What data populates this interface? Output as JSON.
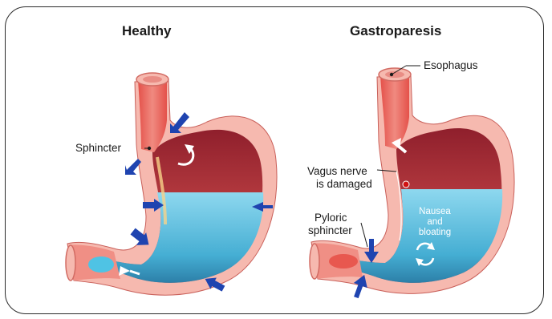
{
  "titles": {
    "healthy": "Healthy",
    "gastroparesis": "Gastroparesis"
  },
  "labels": {
    "esophagus": "Esophagus",
    "sphincter": "Sphincter",
    "vagus_line1": "Vagus nerve",
    "vagus_line2": "is damaged",
    "pyloric_line1": "Pyloric",
    "pyloric_line2": "sphincter",
    "symptom_line1": "Nausea",
    "symptom_line2": "and",
    "symptom_line3": "bloating"
  },
  "colors": {
    "wall_outer": "#f5b7ae",
    "wall_inner": "#e8584f",
    "cavity_dark": "#b9323a",
    "fluid": "#52b8da",
    "arrow": "#1f44b0",
    "nerve_dot": "#d11313"
  }
}
